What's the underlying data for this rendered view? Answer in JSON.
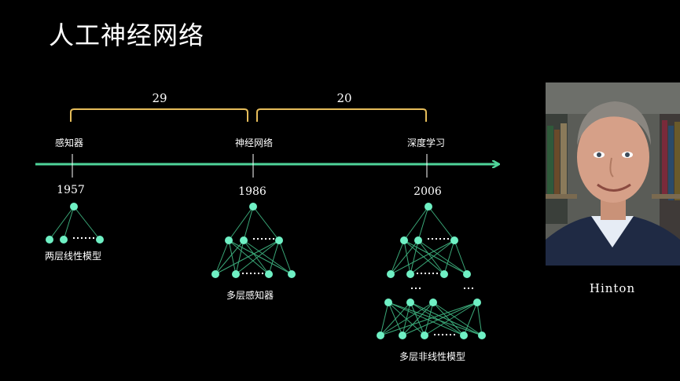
{
  "title": "人工神经网络",
  "colors": {
    "background": "#000000",
    "title": "#d9b98a",
    "brace": "#e6bd5a",
    "axis": "#4fd49a",
    "node": "#6ff0c4",
    "edge": "#3aa878",
    "text": "#ffffff"
  },
  "intervals": [
    {
      "label": "29"
    },
    {
      "label": "20"
    }
  ],
  "milestones": [
    {
      "name": "感知器",
      "year": "1957",
      "model": "两层线性模型"
    },
    {
      "name": "神经网络",
      "year": "1986",
      "model": "多层感知器"
    },
    {
      "name": "深度学习",
      "year": "2006",
      "model": "多层非线性模型"
    }
  ],
  "photo": {
    "caption": "Hinton"
  }
}
